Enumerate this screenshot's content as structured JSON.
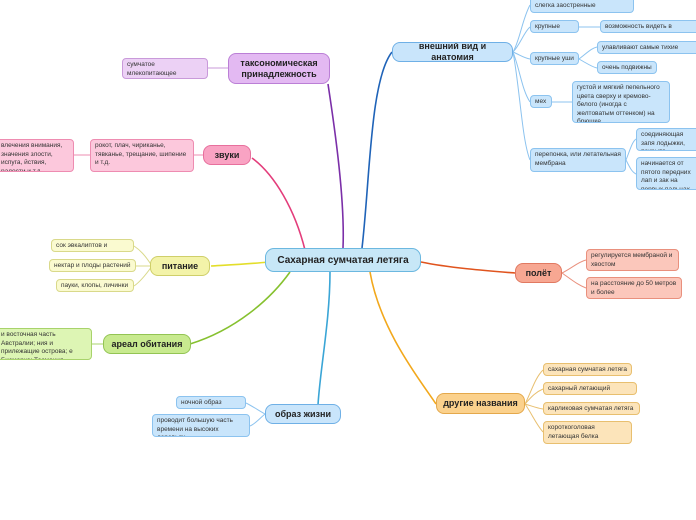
{
  "center": "Сахарная сумчатая летяга",
  "branches": {
    "taxonomy": {
      "title": "таксономическая принадлежность",
      "items": [
        "сумчатое млекопитающее семейства сумчатых летяг"
      ]
    },
    "sounds": {
      "title": "звуки",
      "items": [
        "рокот, плач, чириканье, тявканье, трещание, шипение и т.д.",
        "влечения внимания, значения злости, испуга, йствия, радости и т.д."
      ]
    },
    "food": {
      "title": "питание",
      "items": [
        "сок эвкалиптов и акация",
        "нектар и плоды растений",
        "пауки, клопы, личинки"
      ]
    },
    "range": {
      "title": "ареал обитания",
      "items": [
        "и восточная часть Австралии; ния и прилежащие острова; е Бисмарка; Тасмания"
      ]
    },
    "lifestyle": {
      "title": "образ жизни",
      "items": [
        "ночной образ жизни",
        "проводит большую часть времени на высоких деревьях"
      ]
    },
    "names": {
      "title": "другие названия",
      "items": [
        "сахарная сумчатая летяга",
        "сахарный летающий поссум",
        "карликовая сумчатая летяга",
        "коротко­головая летающая белка"
      ]
    },
    "flight": {
      "title": "полёт",
      "items": [
        "регулируется мембраной и хвостом",
        "на расстояние до 50 метров и более"
      ]
    },
    "anatomy": {
      "title": "внешний вид и анатомия",
      "eyes_label": "крупные глаза",
      "eyes_detail": "возможность видеть в темноте",
      "ears_label": "крупные уши",
      "ears_detail1": "улавливают самые тихие звуки",
      "ears_detail2": "очень подвижны",
      "fur_label": "мех",
      "fur_detail": "густой и мягкий пепельного цвета сверху и кремово-белого (иногда с желтоватым оттенком) на брюшке",
      "membrane_label": "перепонка, или летательная мембрана",
      "membrane_detail1": "соединяющая запя лодыжки, покрыта",
      "membrane_detail2": "начинается от пятого передних лап и зак на первых пальцах",
      "top_partial": "слегка заостренные"
    }
  }
}
